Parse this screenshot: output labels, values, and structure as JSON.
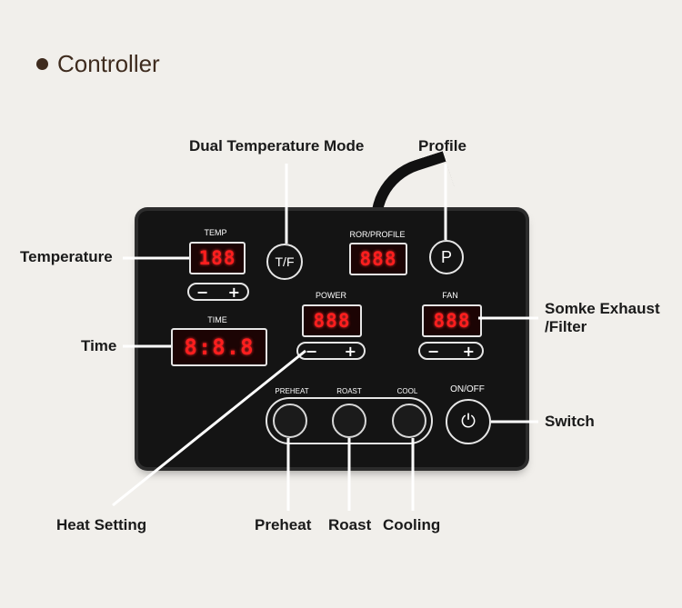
{
  "heading": "Controller",
  "callouts": {
    "dual_temperature_mode": "Dual Temperature Mode",
    "profile": "Profile",
    "temperature": "Temperature",
    "time": "Time",
    "smoke_exhaust_line1": "Somke Exhaust",
    "smoke_exhaust_line2": "/Filter",
    "switch": "Switch",
    "heat_setting": "Heat Setting",
    "preheat": "Preheat",
    "roast": "Roast",
    "cooling": "Cooling"
  },
  "panel": {
    "temp_label": "TEMP",
    "temp_display": "188",
    "time_label": "TIME",
    "time_display": "8:8.8",
    "tf_button": "T/F",
    "ror_label": "ROR/PROFILE",
    "ror_display": "888",
    "profile_button": "P",
    "power_label": "POWER",
    "power_display": "888",
    "fan_label": "FAN",
    "fan_display": "888",
    "minus": "−",
    "plus": "+",
    "preheat_label": "PREHEAT",
    "roast_label": "ROAST",
    "cool_label": "COOL",
    "onoff_label": "ON/OFF",
    "power_icon": "⏻"
  },
  "icons": [
    "power-icon",
    "minus-icon",
    "plus-icon"
  ]
}
